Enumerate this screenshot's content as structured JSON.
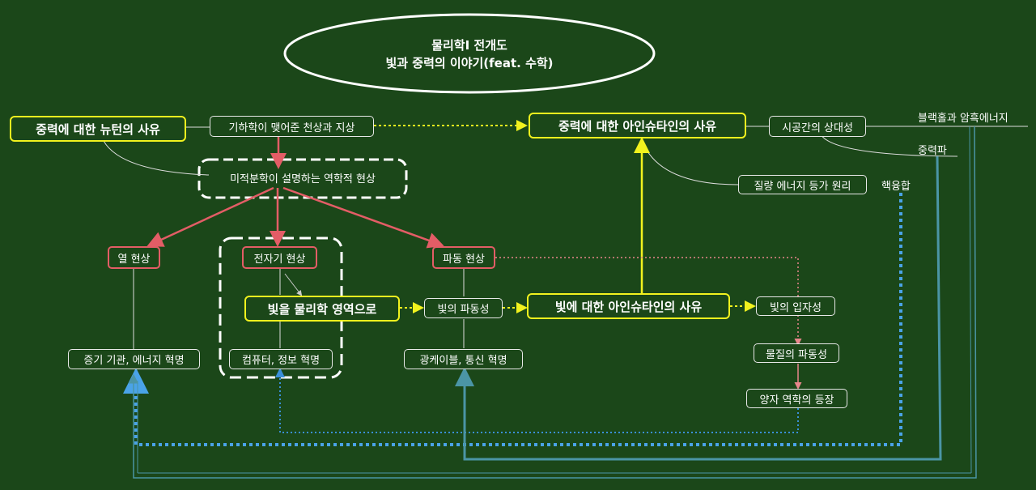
{
  "title": {
    "line1": "물리학Ⅰ 전개도",
    "line2": "빛과 중력의 이야기(feat. 수학)"
  },
  "nodes": {
    "newton": "중력에 대한 뉴턴의 사유",
    "geometry": "기하학이 맺어준 천상과 지상",
    "einstein_gravity": "중력에 대한 아인슈타인의 사유",
    "spacetime": "시공간의 상대성",
    "blackhole": "블랙홀과 암흑에너지",
    "grav_wave": "중력파",
    "mass_energy": "질량 에너지 등가 원리",
    "fusion": "핵융합",
    "calculus": "미적분학이 설명하는 역학적 현상",
    "heat": "열 현상",
    "em": "전자기 현상",
    "wave": "파동 현상",
    "light_physics": "빛을 물리학 영역으로",
    "light_wave": "빛의 파동성",
    "einstein_light": "빛에 대한 아인슈타인의 사유",
    "particle": "빛의 입자성",
    "matter_wave": "물질의 파동성",
    "quantum": "양자 역학의 등장",
    "steam": "증기 기관, 에너지 혁명",
    "computer": "컴퓨터, 정보 혁명",
    "fiber": "광케이블, 통신 혁명"
  },
  "colors": {
    "background": "#1b4719",
    "yellow": "#f2f21e",
    "red": "#e35d66",
    "blue_dotted": "#4aa3e8",
    "teal": "#4b95a6"
  }
}
